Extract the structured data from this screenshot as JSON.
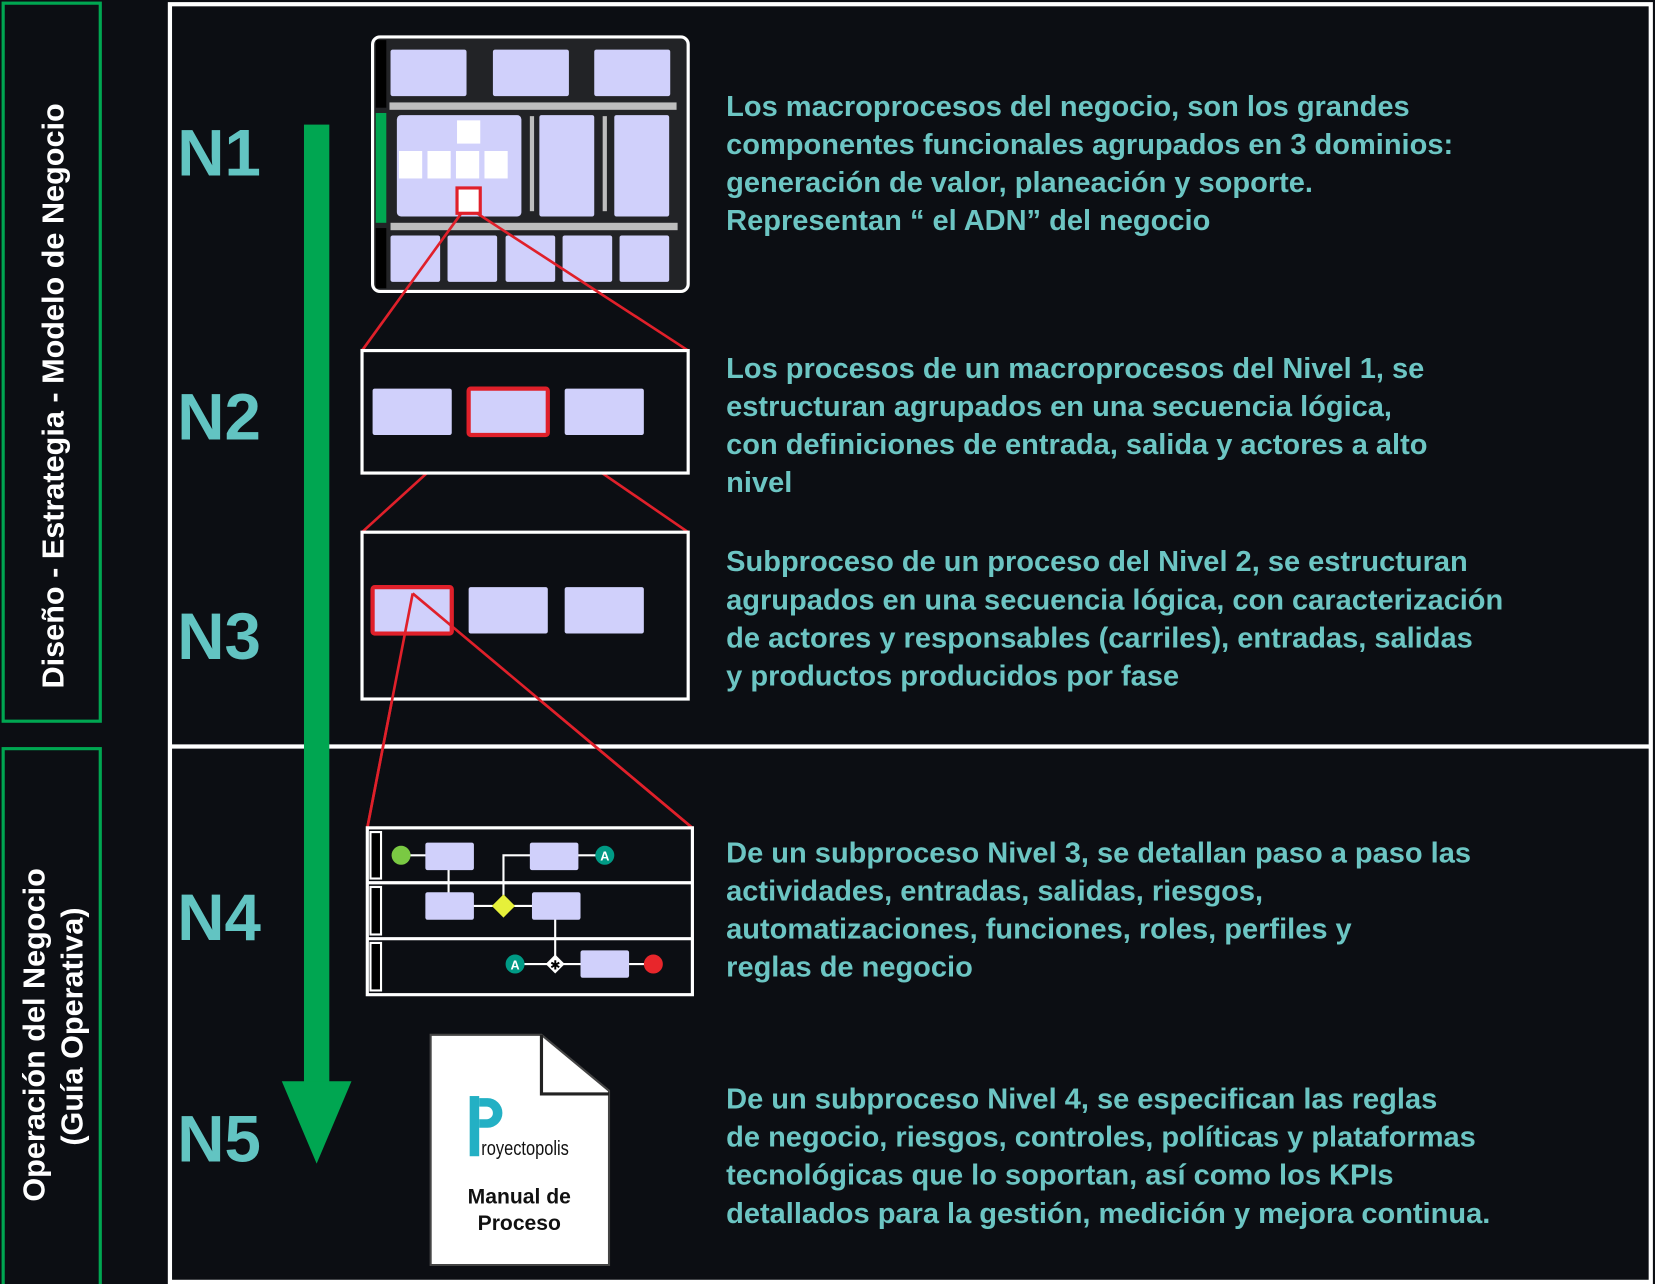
{
  "colors": {
    "background": "#0c0e13",
    "accent_green": "#00a651",
    "text_teal": "#6cc5c3",
    "box_fill": "#d0d0fb",
    "highlight_red": "#e0202a"
  },
  "side_labels": {
    "design": "Diseño - Estrategia - Modelo de Negocio",
    "operation_line1": "Operación del Negocio",
    "operation_line2": "(Guía Operativa)"
  },
  "levels": [
    {
      "label": "N1",
      "lines": [
        "Los macroprocesos del negocio, son los grandes",
        "componentes funcionales agrupados en 3 dominios:",
        "generación de valor, planeación y soporte.",
        "Representan “ el ADN” del negocio"
      ]
    },
    {
      "label": "N2",
      "lines": [
        "Los procesos de un macroprocesos del Nivel 1, se",
        "estructuran agrupados en una secuencia lógica,",
        "con definiciones de entrada, salida y actores a alto",
        "nivel"
      ]
    },
    {
      "label": "N3",
      "lines": [
        "Subproceso de un proceso del Nivel 2, se estructuran",
        "agrupados en una secuencia lógica, con caracterización",
        "de actores y responsables (carriles), entradas, salidas",
        "y productos producidos por fase"
      ]
    },
    {
      "label": "N4",
      "lines": [
        "De un subproceso Nivel 3, se detallan paso a paso las",
        "actividades, entradas, salidas, riesgos,",
        "automatizaciones, funciones, roles, perfiles y",
        "reglas de negocio"
      ]
    },
    {
      "label": "N5",
      "lines": [
        "De un subproceso Nivel 4, se especifican las reglas",
        "de negocio, riesgos, controles, políticas y plataformas",
        "tecnológicas que lo soportan, así como los KPIs",
        "detallados para la gestión, medición y mejora continua."
      ]
    }
  ],
  "document": {
    "logo_text": "Proyectopolis",
    "title_line1": "Manual de",
    "title_line2": "Proceso"
  },
  "connector_badge": "A"
}
